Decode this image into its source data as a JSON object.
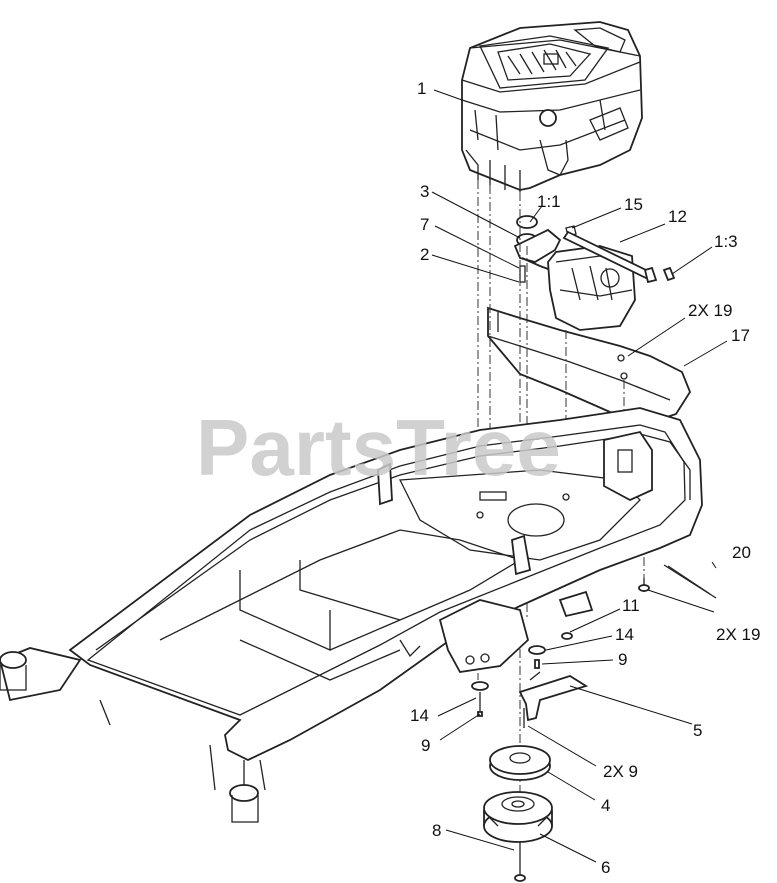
{
  "watermark": "PartsTree",
  "callouts": [
    {
      "id": "1",
      "text": "1"
    },
    {
      "id": "3",
      "text": "3"
    },
    {
      "id": "1-1",
      "text": "1:1"
    },
    {
      "id": "15",
      "text": "15"
    },
    {
      "id": "12",
      "text": "12"
    },
    {
      "id": "7",
      "text": "7"
    },
    {
      "id": "2",
      "text": "2"
    },
    {
      "id": "1-3",
      "text": "1:3"
    },
    {
      "id": "2x19-top",
      "text": "2X 19"
    },
    {
      "id": "17",
      "text": "17"
    },
    {
      "id": "20",
      "text": "20"
    },
    {
      "id": "11",
      "text": "11"
    },
    {
      "id": "2x19-right",
      "text": "2X 19"
    },
    {
      "id": "14-right",
      "text": "14"
    },
    {
      "id": "9-right",
      "text": "9"
    },
    {
      "id": "5",
      "text": "5"
    },
    {
      "id": "14-left",
      "text": "14"
    },
    {
      "id": "9-left",
      "text": "9"
    },
    {
      "id": "2x9",
      "text": "2X 9"
    },
    {
      "id": "4",
      "text": "4"
    },
    {
      "id": "8",
      "text": "8"
    },
    {
      "id": "6",
      "text": "6"
    }
  ]
}
